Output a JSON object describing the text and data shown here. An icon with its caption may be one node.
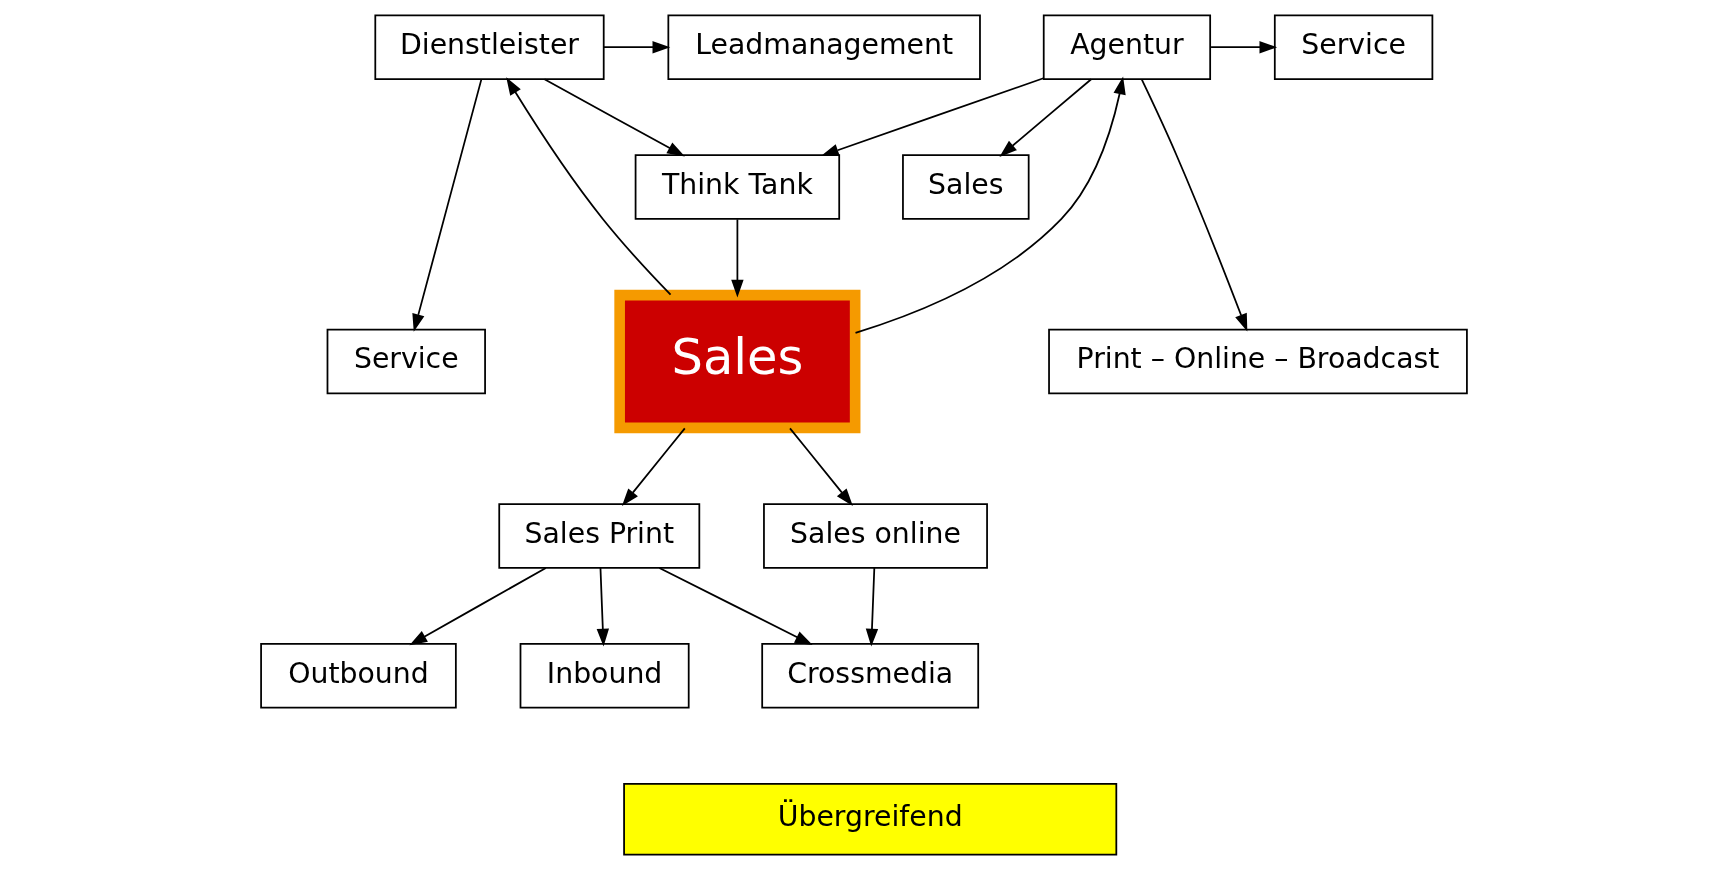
{
  "diagram": {
    "nodes": [
      {
        "text": [
          "Leadmanagement"
        ]
      },
      {
        "text": [
          "Think Tank"
        ]
      },
      {
        "text": [
          "Sales"
        ]
      },
      {
        "text": [
          "Dienstleister"
        ]
      },
      {
        "text": [
          "Agentur"
        ]
      },
      {
        "text": [
          "Service"
        ]
      },
      {
        "text": [
          "Print – Online – Broadcast"
        ]
      },
      {
        "text": [
          "Service"
        ]
      },
      {
        "text": [
          "Sales"
        ]
      },
      {
        "text": [
          "Sales Print"
        ]
      },
      {
        "text": [
          "Sales online"
        ]
      },
      {
        "text": [
          "Inbound"
        ]
      },
      {
        "text": [
          "Outbound"
        ]
      },
      {
        "text": [
          "Crossmedia"
        ]
      },
      {
        "text": [
          "Übergreifend"
        ]
      }
    ],
    "edges": [
      {
        "from": 3,
        "to": 1,
        "arrow": "to"
      },
      {
        "from": 4,
        "to": 1,
        "arrow": "to"
      },
      {
        "from": 3,
        "to": 0,
        "arrow": "to"
      },
      {
        "from": 4,
        "to": 2,
        "arrow": "to"
      },
      {
        "from": 4,
        "to": 5,
        "arrow": "to"
      },
      {
        "from": 4,
        "to": 6,
        "arrow": "to"
      },
      {
        "from": 3,
        "to": 7,
        "arrow": "to"
      },
      {
        "from": 1,
        "to": 8,
        "arrow": "to"
      },
      {
        "from": 8,
        "to": 3,
        "arrow": "to"
      },
      {
        "from": 8,
        "to": 4,
        "arrow": "to"
      },
      {
        "from": 8,
        "to": 9,
        "arrow": "to"
      },
      {
        "from": 8,
        "to": 10,
        "arrow": "to"
      },
      {
        "from": 9,
        "to": 11,
        "arrow": "to"
      },
      {
        "from": 9,
        "to": 12,
        "arrow": "to"
      },
      {
        "from": 9,
        "to": 13,
        "arrow": "to"
      },
      {
        "from": 10,
        "to": 13,
        "arrow": "to"
      }
    ]
  }
}
